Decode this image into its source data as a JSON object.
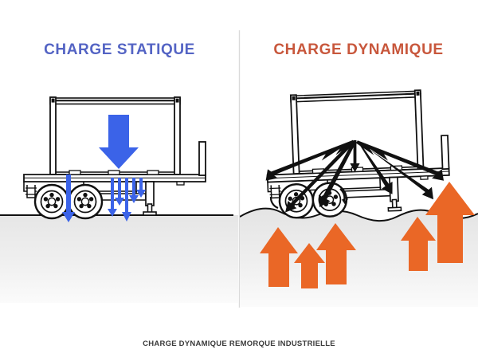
{
  "figure": {
    "caption": "CHARGE DYNAMIQUE REMORQUE INDUSTRIELLE",
    "background_color": "#ffffff",
    "divider_color": "#d8d8d8"
  },
  "panels": [
    {
      "id": "static",
      "title": "CHARGE STATIQUE",
      "title_color": "#5464c4",
      "arrow_color": "#3b63e8",
      "ground": {
        "type": "flat",
        "fill_color": "#ededed",
        "line_color": "#111111"
      },
      "vehicle": {
        "name": "remorque-plateau",
        "state": "level",
        "outline_color": "#111111",
        "axles": 2,
        "wheels": 2
      },
      "arrows": {
        "main": {
          "name": "main-load-arrow",
          "direction": "down",
          "color": "#3b63e8",
          "count": 1
        },
        "secondary": {
          "name": "force-transfer-arrows",
          "direction": "down",
          "color": "#3b63e8",
          "count": 6
        }
      }
    },
    {
      "id": "dynamic",
      "title": "CHARGE DYNAMIQUE",
      "title_color": "#c8573c",
      "arrow_color": "#ea6726",
      "ground": {
        "type": "wavy",
        "fill_color": "#ededed",
        "line_color": "#111111"
      },
      "vehicle": {
        "name": "remorque-plateau",
        "state": "tilted",
        "outline_color": "#111111",
        "axles": 2,
        "wheels": 2
      },
      "arrows": {
        "impact": {
          "name": "impact-force-arrows",
          "direction": "radiating-outward",
          "color": "#111111",
          "count": 7
        },
        "ground_reaction": {
          "name": "ground-reaction-arrows",
          "direction": "up",
          "color": "#ea6726",
          "count": 5
        },
        "wheel_rotation": {
          "name": "wheel-rotation-arcs",
          "color": "#111111",
          "count": 2
        }
      }
    }
  ]
}
